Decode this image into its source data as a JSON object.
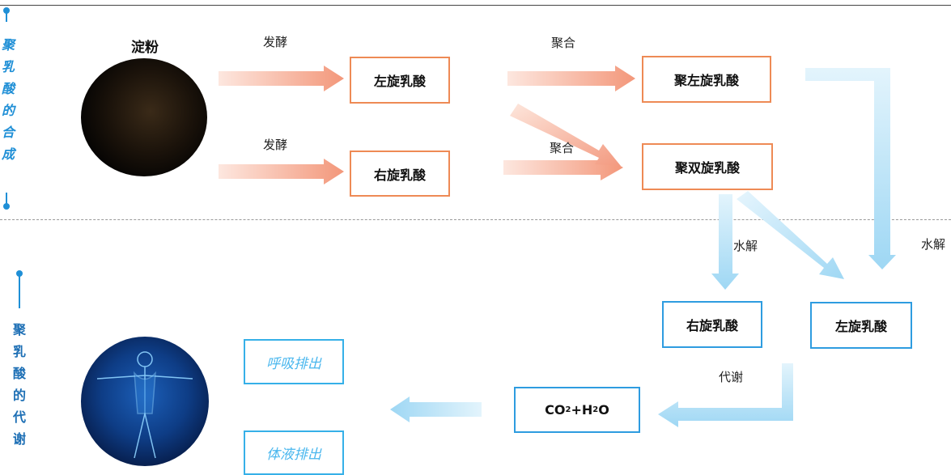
{
  "section_top": {
    "title_chars": [
      "聚",
      "乳",
      "酸",
      "的",
      "合",
      "成"
    ]
  },
  "section_bottom": {
    "title_chars": [
      "聚",
      "乳",
      "酸",
      "的",
      "代",
      "谢"
    ]
  },
  "labels": {
    "starch": "淀粉",
    "ferment_1": "发酵",
    "ferment_2": "发酵",
    "polymerize_1": "聚合",
    "polymerize_2": "聚合",
    "hydrolysis_1": "水解",
    "hydrolysis_2": "水解",
    "metabolism": "代谢"
  },
  "boxes": {
    "l_lactic_1": "左旋乳酸",
    "d_lactic_1": "右旋乳酸",
    "plla": "聚左旋乳酸",
    "pdlla": "聚双旋乳酸",
    "d_lactic_2": "右旋乳酸",
    "l_lactic_2": "左旋乳酸",
    "co2": "CO",
    "co2_sub": "2",
    "plus_h": "+H",
    "h2o_sub": "2",
    "o": "O",
    "breath": "呼吸排出",
    "fluid": "体液排出"
  },
  "colors": {
    "orange_arrow": "#f39a7f",
    "blue_arrow": "#a9dcf5",
    "orange_border": "#ee8a55",
    "blue_border": "#2e9ce0"
  }
}
